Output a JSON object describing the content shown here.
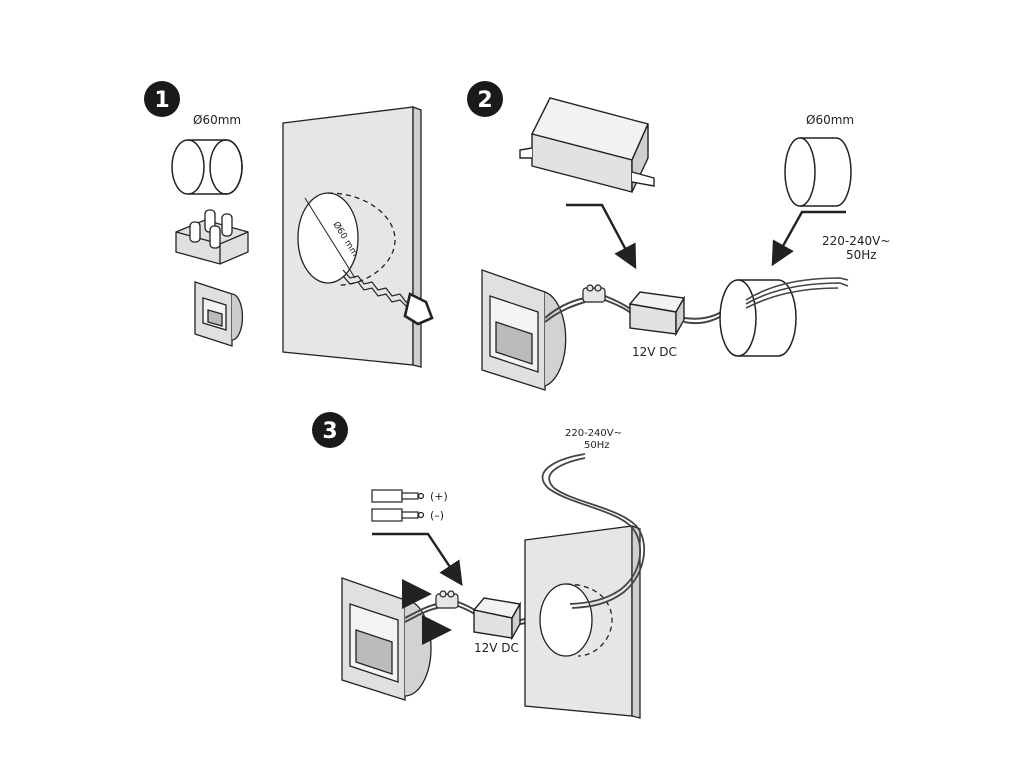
{
  "steps": [
    {
      "number": "1"
    },
    {
      "number": "2"
    },
    {
      "number": "3"
    }
  ],
  "labels": {
    "step1_diameter": "Ø60mm",
    "step1_hole_dim": "Ø60 mm",
    "step2_diameter": "Ø60mm",
    "step2_voltage_ac_line1": "220-240V~",
    "step2_voltage_ac_line2": "50Hz",
    "step2_voltage_dc": "12V DC",
    "step3_voltage_ac_line1": "220-240V~",
    "step3_voltage_ac_line2": "50Hz",
    "step3_plus": "(+)",
    "step3_minus": "(–)",
    "step3_voltage_dc": "12V DC"
  },
  "colors": {
    "badge": "#1a1a1a",
    "panel_fill": "#e6e6e6",
    "panel_side": "#cfcfcf",
    "stroke": "#222222",
    "cable": "#555555"
  }
}
